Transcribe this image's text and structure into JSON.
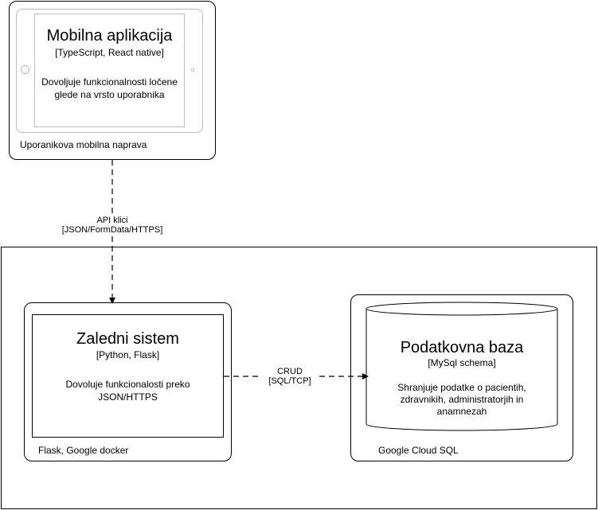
{
  "mobile": {
    "title": "Mobilna aplikacija",
    "tech": "[TypeScript, React native]",
    "desc_line1": "Dovoljuje funkcionalnosti ločene",
    "desc_line2": "glede na vrsto uporabnika",
    "device_label": "Uporanikova mobilna naprava"
  },
  "backend": {
    "title": "Zaledni sistem",
    "tech": "[Python, Flask]",
    "desc_line1": "Dovoluje funkcionalosti preko",
    "desc_line2": "JSON/HTTPS",
    "host_label": "Flask, Google docker"
  },
  "database": {
    "title": "Podatkovna baza",
    "tech": "[MySql schema]",
    "desc_line1": "Shranjuje podatke o pacientih,",
    "desc_line2": "zdravnikih, administratorjih in",
    "desc_line3": "anamnezah",
    "host_label": "Google Cloud SQL"
  },
  "edges": {
    "api": {
      "line1": "API klici",
      "line2": "[JSON/FormData/HTTPS]"
    },
    "crud": {
      "line1": "CRUD",
      "line2": "[SQL/TCP]"
    }
  }
}
